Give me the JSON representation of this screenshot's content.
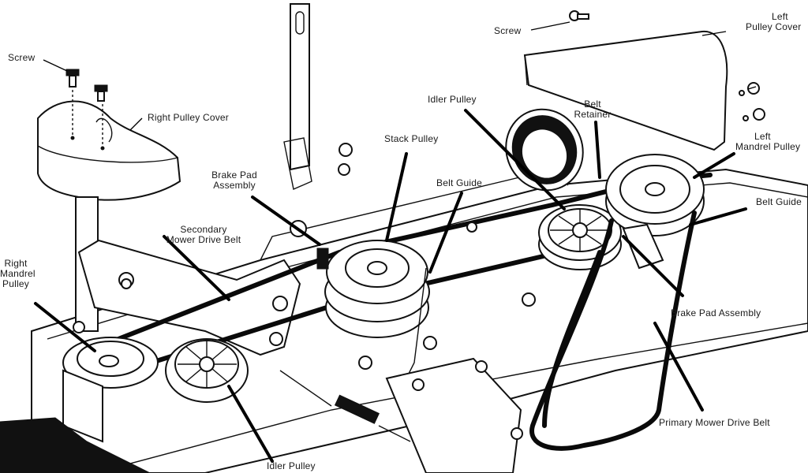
{
  "labels": {
    "screw_top_left": "Screw",
    "right_pulley_cover": "Right Pulley Cover",
    "right_mandrel_pulley": [
      "Right",
      "Mandrel",
      "Pulley"
    ],
    "brake_pad_assembly_left": [
      "Brake Pad",
      "Assembly"
    ],
    "secondary_mower_drive_belt": [
      "Secondary",
      "Mower Drive Belt"
    ],
    "stack_pulley": "Stack Pulley",
    "belt_guide_center": "Belt Guide",
    "idler_pulley_top": "Idler Pulley",
    "belt_retainer": [
      "Belt",
      "Retainer"
    ],
    "screw_top_right": "Screw",
    "left_pulley_cover": [
      "Left",
      "Pulley Cover"
    ],
    "left_mandrel_pulley": [
      "Left",
      "Mandrel Pulley"
    ],
    "belt_guide_right": "Belt Guide",
    "brake_pad_assembly_right": "Brake Pad Assembly",
    "primary_mower_drive_belt": "Primary Mower Drive Belt",
    "idler_pulley_bottom": "Idler Pulley"
  }
}
